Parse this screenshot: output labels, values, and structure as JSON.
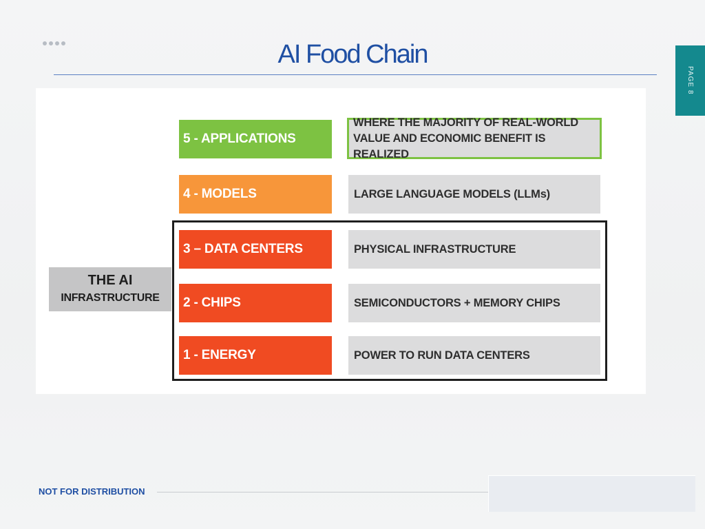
{
  "slide": {
    "title": "AI Food Chain",
    "page_label": "PAGE 8",
    "footer_text": "NOT FOR DISTRIBUTION"
  },
  "diagram": {
    "side_label": {
      "line1": "THE AI",
      "line2": "INFRASTRUCTURE"
    },
    "layers": [
      {
        "label": "5 - APPLICATIONS",
        "description": "WHERE THE MAJORITY OF REAL-WORLD VALUE AND ECONOMIC BENEFIT IS REALIZED",
        "color": "#7dc242"
      },
      {
        "label": "4 - MODELS",
        "description": "LARGE LANGUAGE MODELS (LLMs)",
        "color": "#f7963a"
      },
      {
        "label": "3 – DATA CENTERS",
        "description": "PHYSICAL INFRASTRUCTURE",
        "color": "#f04b22"
      },
      {
        "label": "2 - CHIPS",
        "description": "SEMICONDUCTORS + MEMORY CHIPS",
        "color": "#f04b22"
      },
      {
        "label": "1 - ENERGY",
        "description": "POWER TO RUN DATA CENTERS",
        "color": "#f04b22"
      }
    ]
  },
  "colors": {
    "title_blue": "#1f4fa3",
    "page_tab_teal": "#14898e",
    "desc_gray": "#dcdcdd",
    "applications_green": "#7dc242",
    "models_orange": "#f7963a",
    "infrastructure_red": "#f04b22"
  }
}
